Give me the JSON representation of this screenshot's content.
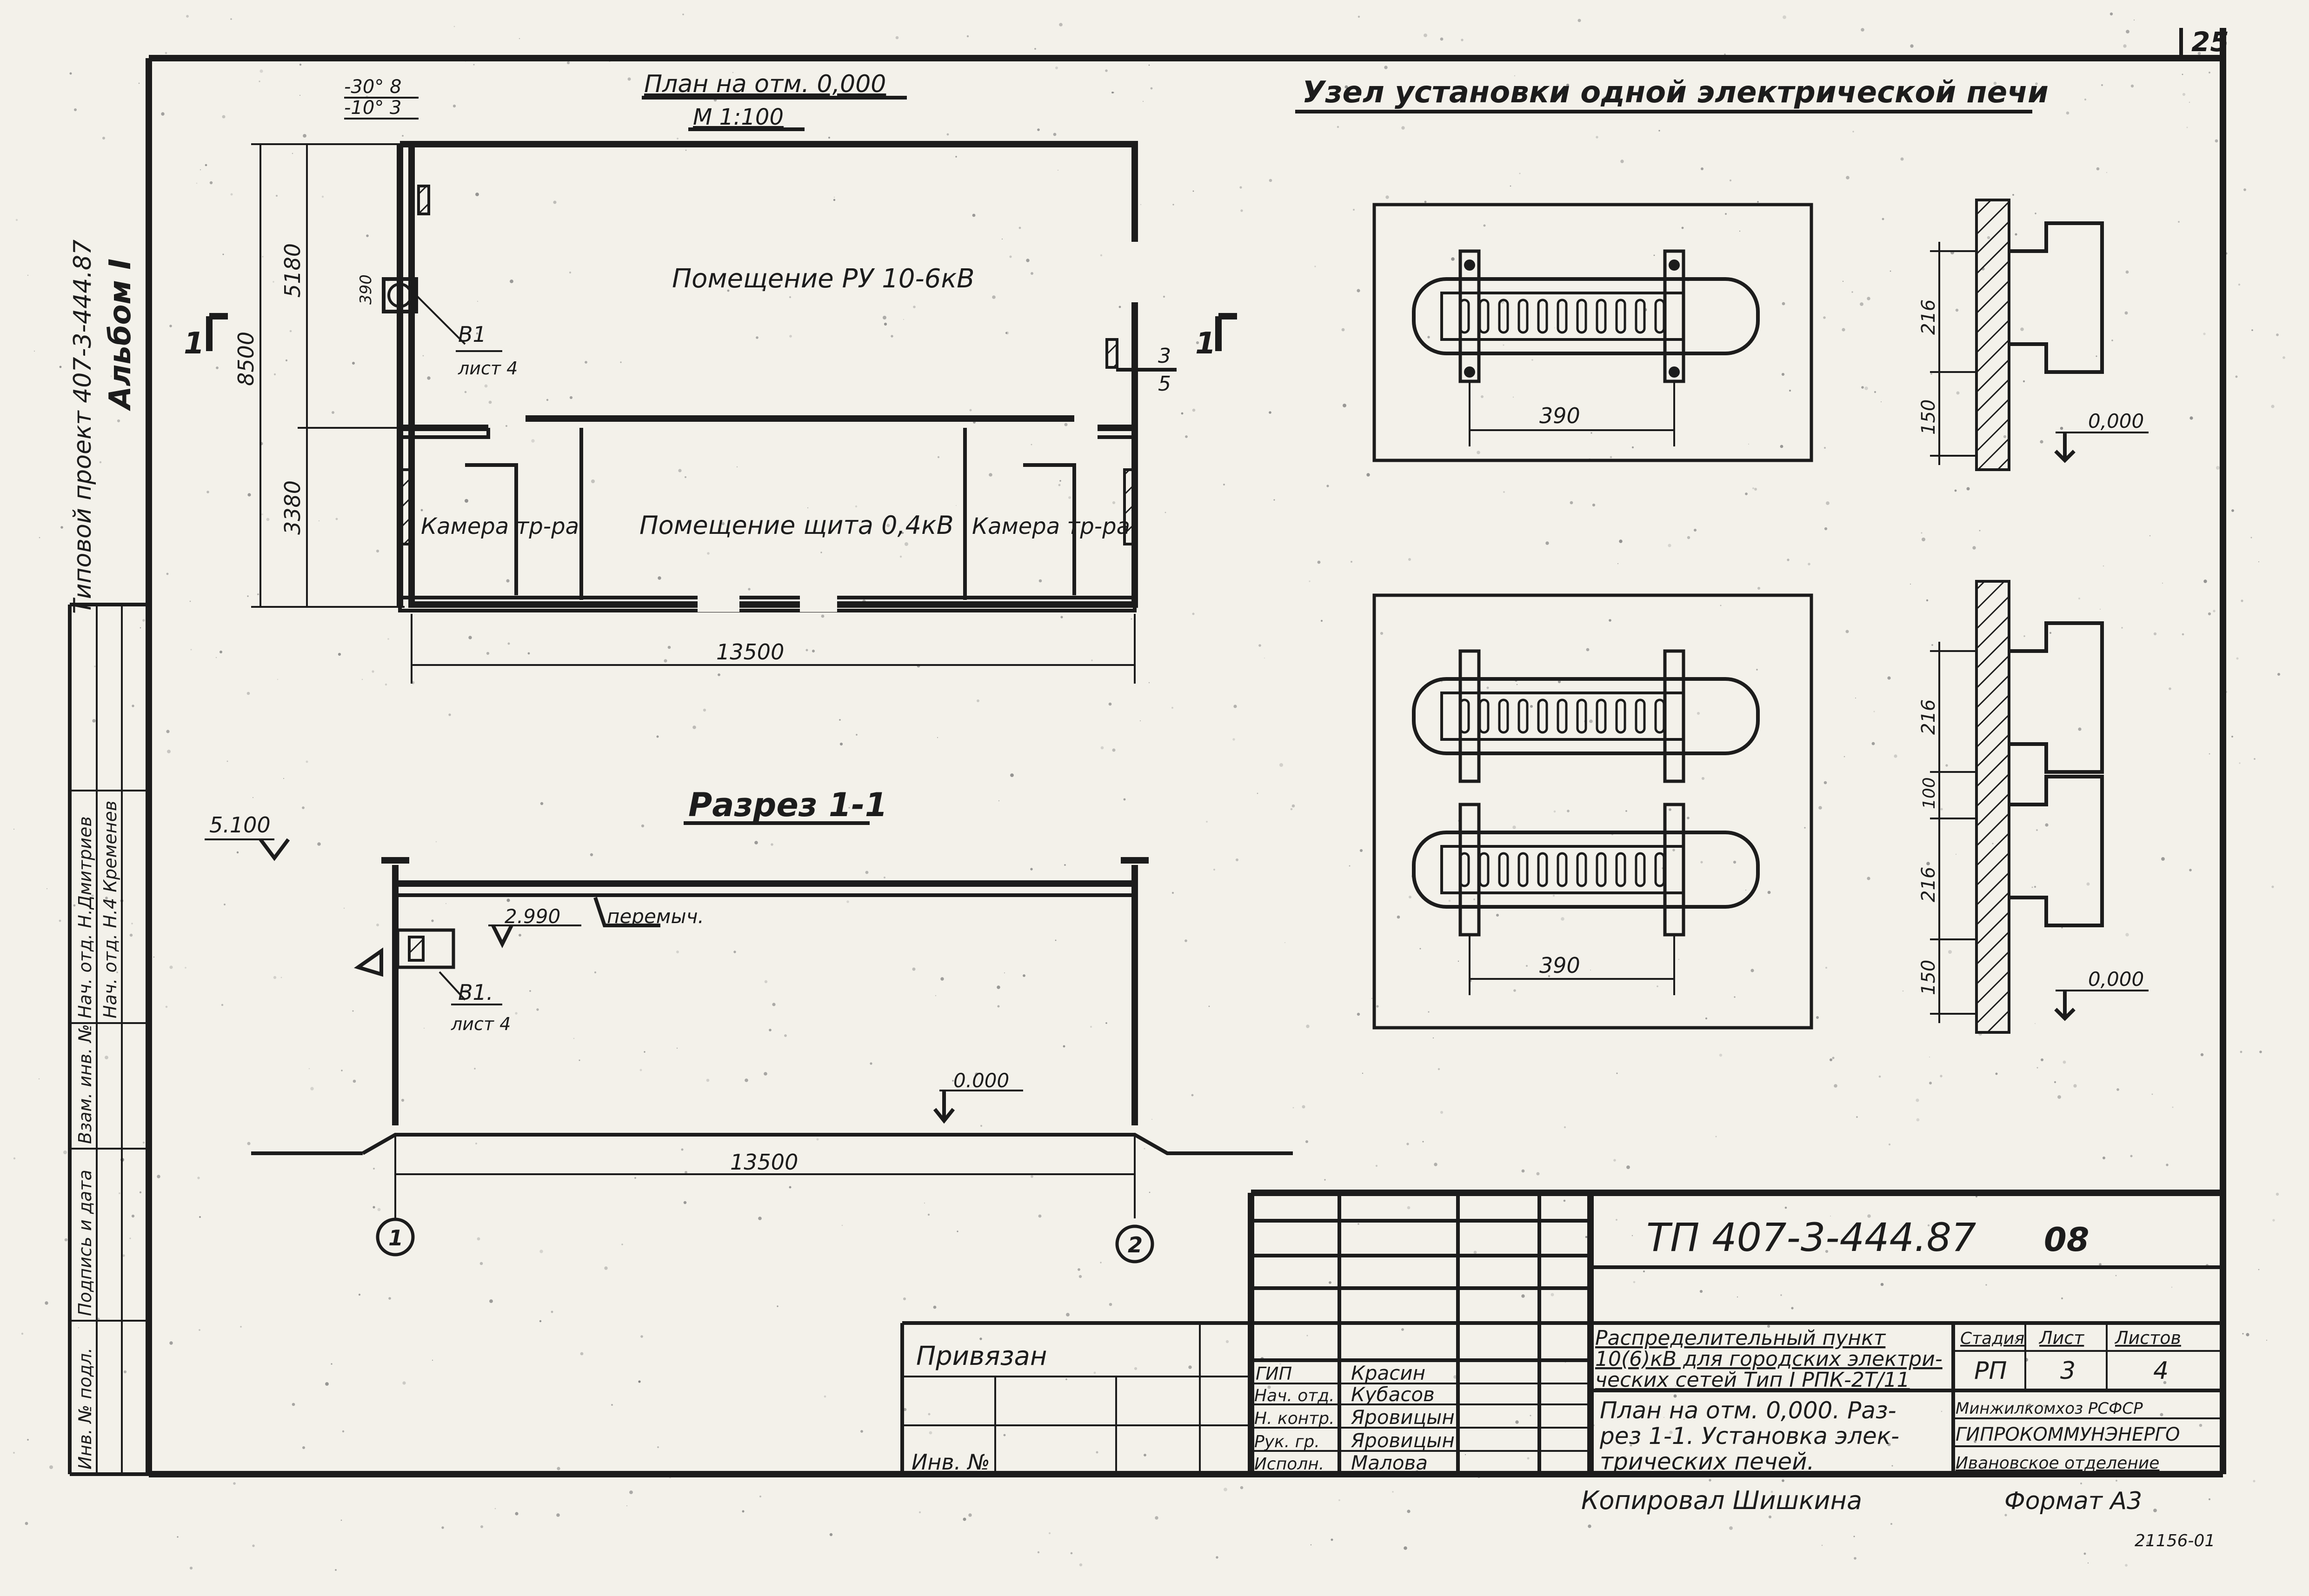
{
  "sheet_number": "25",
  "side_stamp": {
    "line1": "Типовой проект 407-3-444.87",
    "line2": "Альбом I"
  },
  "left_strip": {
    "row1_label": "Нач. отд. Н.Дмитриев",
    "row2_label": "Нач. отд. Н.4 Кременев",
    "fields": [
      "Инв. № подл.",
      "Подпись и дата",
      "Взам. инв. №"
    ]
  },
  "plan": {
    "title": "План на отм. 0,000",
    "scale": "М 1:100",
    "room_ru": "Помещение РУ 10-6кВ",
    "room_shield": "Помещение щита 0,4кВ",
    "chamber_left": "Камера тр-ра",
    "chamber_right": "Камера тр-ра",
    "dim_total_height": "8500",
    "dim_top": "5180",
    "dim_bottom": "3380",
    "dim_width": "13500",
    "dim_390": "390",
    "level_top": "-30° 8",
    "level_bottom": "-10° 3",
    "callout_b1": "В1",
    "callout_sheet": "лист 4",
    "section_left": "1",
    "section_right": "1",
    "callout_right_num": "3",
    "callout_right_den": "5"
  },
  "section": {
    "title": "Разрез 1-1",
    "level_top": "5.100",
    "level_mid": "2.990",
    "overlap_label": "перемыч.",
    "level_floor": "0.000",
    "callout_b1": "В1.",
    "callout_sheet": "лист 4",
    "dim_width": "13500",
    "axis_left": "1",
    "axis_right": "2"
  },
  "node": {
    "title": "Узел установки одной электрической печи",
    "dim_390_top": "390",
    "dim_216_top": "216",
    "dim_150_top": "150",
    "level_top": "0,000",
    "dim_216_a": "216",
    "dim_100": "100",
    "dim_216_b": "216",
    "dim_150_b": "150",
    "dim_390_bottom": "390",
    "level_bottom": "0,000"
  },
  "title_block": {
    "project_code": "ТП 407-3-444.87",
    "sheet_code": "08",
    "description_1": "Распределительный пункт",
    "description_2": "10(6)кВ для городских электри-",
    "description_3": "ческих сетей Тип I РПК-2Т/11",
    "drawing_name_1": "План на отм. 0,000. Раз-",
    "drawing_name_2": "рез 1-1. Установка элек-",
    "drawing_name_3": "трических печей.",
    "stage_label": "Стадия",
    "sheet_label": "Лист",
    "sheets_label": "Листов",
    "stage_value": "РП",
    "sheet_value": "3",
    "sheets_value": "4",
    "org_1": "Минжилкомхоз РСФСР",
    "org_2": "ГИПРОКОММУНЭНЕРГО",
    "org_3": "Ивановское отделение",
    "bound_label": "Привязан",
    "inv_label": "Инв. №",
    "roles": [
      {
        "role": "ГИП",
        "name": "Красин"
      },
      {
        "role": "Нач. отд.",
        "name": "Кубасов"
      },
      {
        "role": "Н. контр.",
        "name": "Яровицын"
      },
      {
        "role": "Рук. гр.",
        "name": "Яровицын"
      },
      {
        "role": "Исполн.",
        "name": "Малова"
      }
    ],
    "copied_by": "Копировал Шишкина",
    "format": "Формат А3",
    "order_no": "21156-01"
  }
}
